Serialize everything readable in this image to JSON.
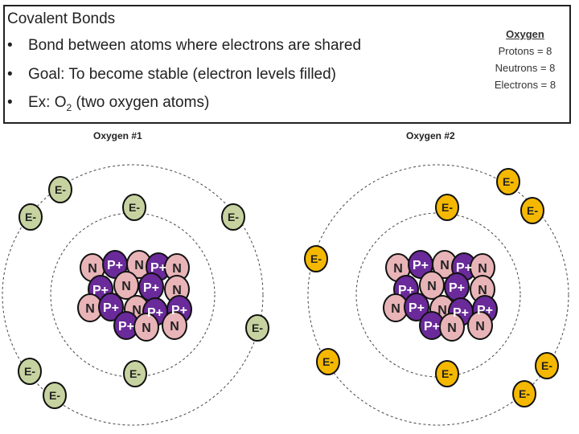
{
  "header": {
    "title": "Covalent Bonds",
    "bullets": [
      "Bond between atoms where electrons are shared",
      "Goal: To become stable (electron levels filled)"
    ],
    "example_prefix": "Ex: O",
    "example_sub": "2",
    "example_suffix": " (two oxygen atoms)",
    "bullet_char": "•"
  },
  "info": {
    "title": "Oxygen",
    "protons": "Protons = 8",
    "neutrons": "Neutrons = 8",
    "electrons": "Electrons = 8"
  },
  "atoms": [
    {
      "label": "Oxygen #1",
      "electron_color": "#c6d3a0"
    },
    {
      "label": "Oxygen #2",
      "electron_color": "#f5b800"
    }
  ],
  "particle_labels": {
    "proton": "P+",
    "neutron": "N",
    "electron": "E-"
  },
  "colors": {
    "proton": "#6a2a9a",
    "neutron": "#e8b4b8"
  }
}
